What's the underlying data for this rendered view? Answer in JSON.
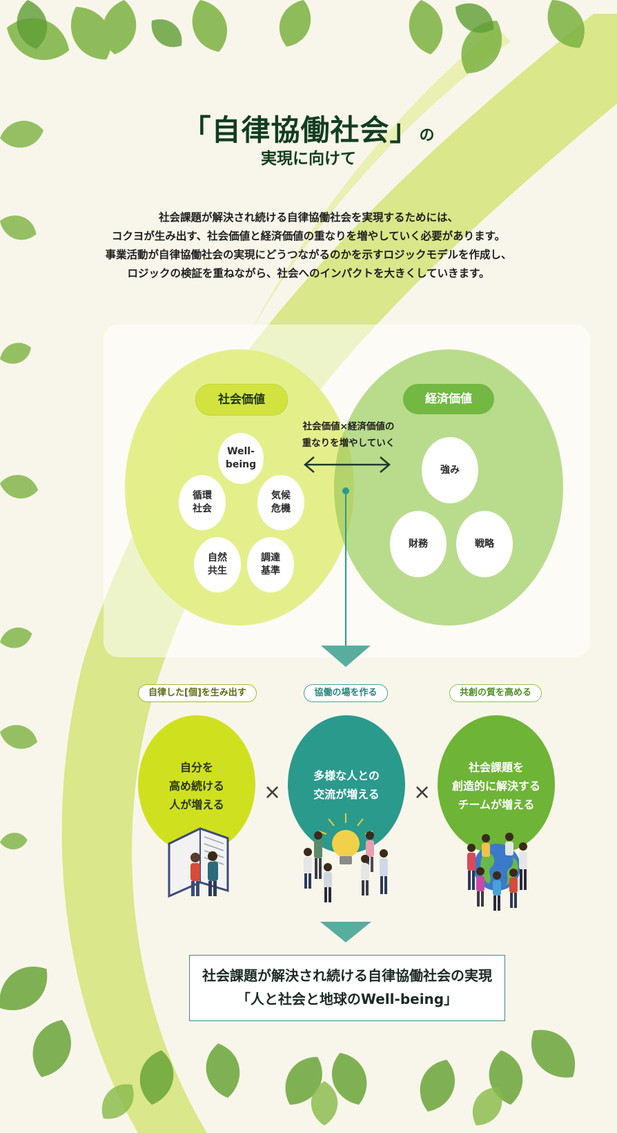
{
  "title": {
    "main": "「自律協働社会」",
    "main_suffix": "の",
    "sub": "実現に向けて"
  },
  "intro_lines": [
    "社会課題が解決され続ける自律協働社会を実現するためには、",
    "コクヨが生み出す、社会価値と経済価値の重なりを増やしていく必要があります。",
    "事業活動が自律協働社会の実現にどうつながるのかを示すロジックモデルを作成し、",
    "ロジックの検証を重ねながら、社会へのインパクトを大きくしていきます。"
  ],
  "venn": {
    "social": {
      "label": "社会価値",
      "items": [
        "Well-\nbeing",
        "循環\n社会",
        "気候\n危機",
        "自然\n共生",
        "調達\n基準"
      ]
    },
    "economic": {
      "label": "経済価値",
      "items": [
        "強み",
        "財務",
        "戦略"
      ]
    },
    "overlap_label_1": "社会価値×経済価値の",
    "overlap_label_2": "重なりを増やしていく"
  },
  "outcomes": [
    {
      "tag": "自律した[個]を生み出す",
      "text_lines": [
        "自分を",
        "高め続ける",
        "人が増える"
      ],
      "icon": "reading-people-illustration"
    },
    {
      "tag": "協働の場を作る",
      "text_lines": [
        "多様な人との",
        "交流が増える"
      ],
      "icon": "lightbulb-people-illustration"
    },
    {
      "tag": "共創の質を高める",
      "text_lines": [
        "社会課題を",
        "創造的に解決する",
        "チームが増える"
      ],
      "icon": "globe-team-illustration"
    }
  ],
  "multiply_sign": "×",
  "result": {
    "line1": "社会課題が解決され続ける自律協働社会の実現",
    "line2": "「人と社会と地球のWell-being」"
  },
  "colors": {
    "background": "#f8f6ea",
    "swoosh": "#d3e27c",
    "social_circle": "#e2ee82",
    "economic_circle": "#b9dc8c",
    "social_pill": "#d2e340",
    "economic_pill": "#72b843",
    "teal": "#2a9a8c",
    "lime": "#cfe11e",
    "green": "#6eb436"
  }
}
